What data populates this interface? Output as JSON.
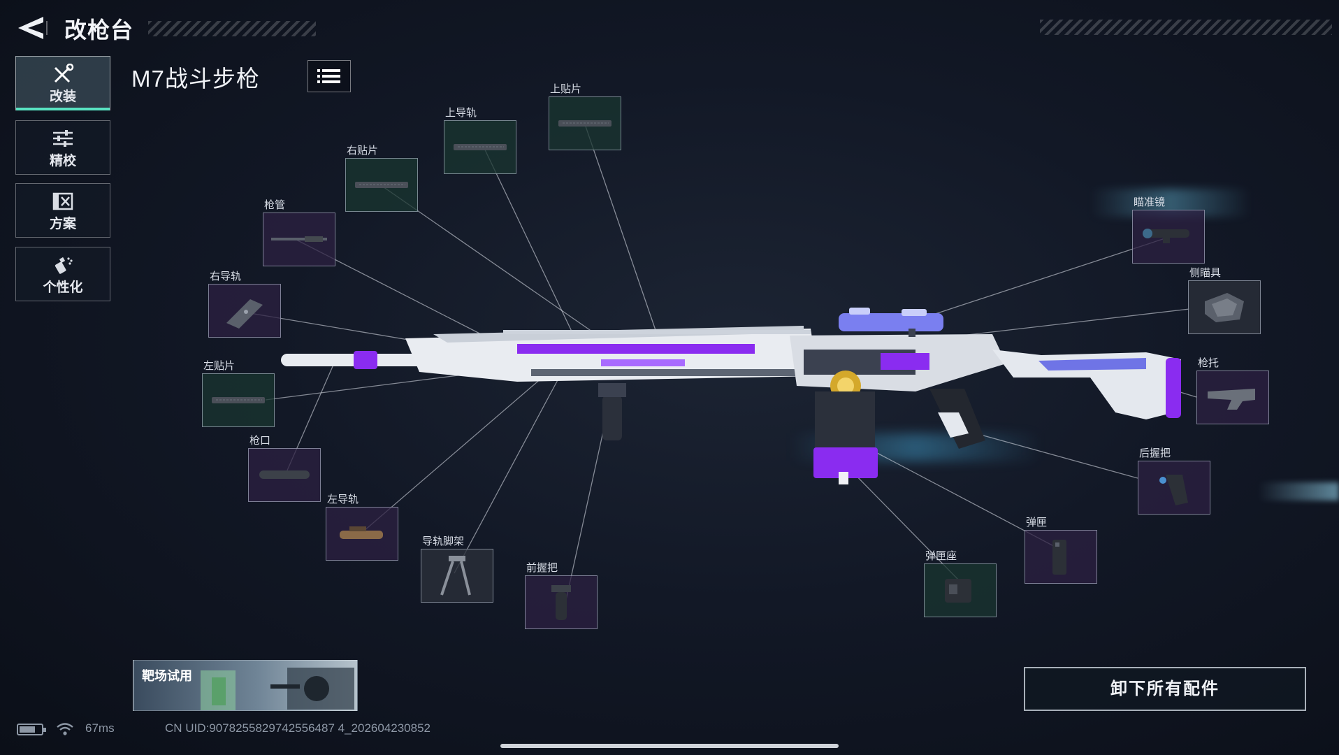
{
  "header": {
    "title": "改枪台"
  },
  "sidebar": {
    "tabs": [
      {
        "label": "改装",
        "icon": "tools-icon",
        "active": true
      },
      {
        "label": "精校",
        "icon": "sliders-icon",
        "active": false
      },
      {
        "label": "方案",
        "icon": "blueprint-icon",
        "active": false
      },
      {
        "label": "个性化",
        "icon": "spray-icon",
        "active": false
      }
    ]
  },
  "weapon": {
    "name": "M7战斗步枪"
  },
  "slots": [
    {
      "id": "top-patch",
      "label": "上贴片",
      "theme": "teal",
      "icon": "rail-cover-icon"
    },
    {
      "id": "top-rail",
      "label": "上导轨",
      "theme": "teal",
      "icon": "rail-cover-icon"
    },
    {
      "id": "right-patch",
      "label": "右贴片",
      "theme": "teal",
      "icon": "rail-cover-icon"
    },
    {
      "id": "barrel",
      "label": "枪管",
      "theme": "purple",
      "icon": "barrel-icon"
    },
    {
      "id": "right-rail",
      "label": "右导轨",
      "theme": "purple",
      "icon": "laser-module-icon"
    },
    {
      "id": "left-patch",
      "label": "左贴片",
      "theme": "teal",
      "icon": "rail-cover-icon"
    },
    {
      "id": "muzzle",
      "label": "枪口",
      "theme": "purple",
      "icon": "suppressor-icon"
    },
    {
      "id": "left-rail",
      "label": "左导轨",
      "theme": "purple",
      "icon": "flashlight-icon"
    },
    {
      "id": "bipod",
      "label": "导轨脚架",
      "theme": "grey",
      "icon": "bipod-icon"
    },
    {
      "id": "foregrip",
      "label": "前握把",
      "theme": "purple",
      "icon": "foregrip-icon"
    },
    {
      "id": "optic",
      "label": "瞄准镜",
      "theme": "purple",
      "icon": "scope-icon"
    },
    {
      "id": "side-optic",
      "label": "侧瞄具",
      "theme": "grey",
      "icon": "side-sight-icon"
    },
    {
      "id": "stock",
      "label": "枪托",
      "theme": "purple",
      "icon": "stock-icon"
    },
    {
      "id": "rear-grip",
      "label": "后握把",
      "theme": "purple",
      "icon": "pistol-grip-icon"
    },
    {
      "id": "magazine",
      "label": "弹匣",
      "theme": "purple",
      "icon": "magazine-icon"
    },
    {
      "id": "mag-well",
      "label": "弹匣座",
      "theme": "teal",
      "icon": "mag-well-icon"
    }
  ],
  "bottom": {
    "range_label": "靶场试用",
    "unequip_label": "卸下所有配件"
  },
  "status": {
    "ping": "67ms",
    "uid": "CN UID:9078255829742556487 4_202604230852"
  },
  "colors": {
    "accent": "#59e3c2",
    "weapon_purple": "#7b2cf0"
  }
}
